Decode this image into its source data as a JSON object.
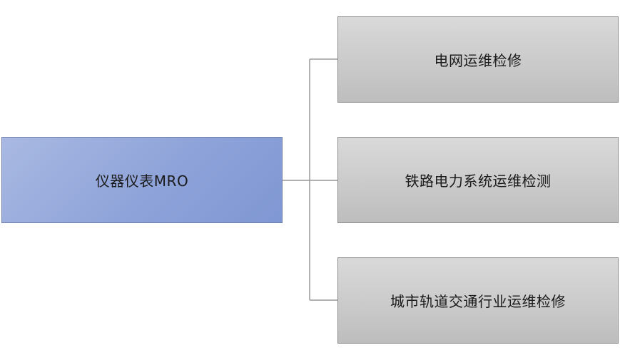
{
  "diagram": {
    "root": {
      "label": "仪器仪表MRO"
    },
    "children": [
      {
        "label": "电网运维检修"
      },
      {
        "label": "铁路电力系统运维检测"
      },
      {
        "label": "城市轨道交通行业运维检修"
      }
    ],
    "colors": {
      "root_fill": "#8ea3d9",
      "child_fill": "#c9c9c9",
      "connector": "#9a9a9a"
    }
  }
}
